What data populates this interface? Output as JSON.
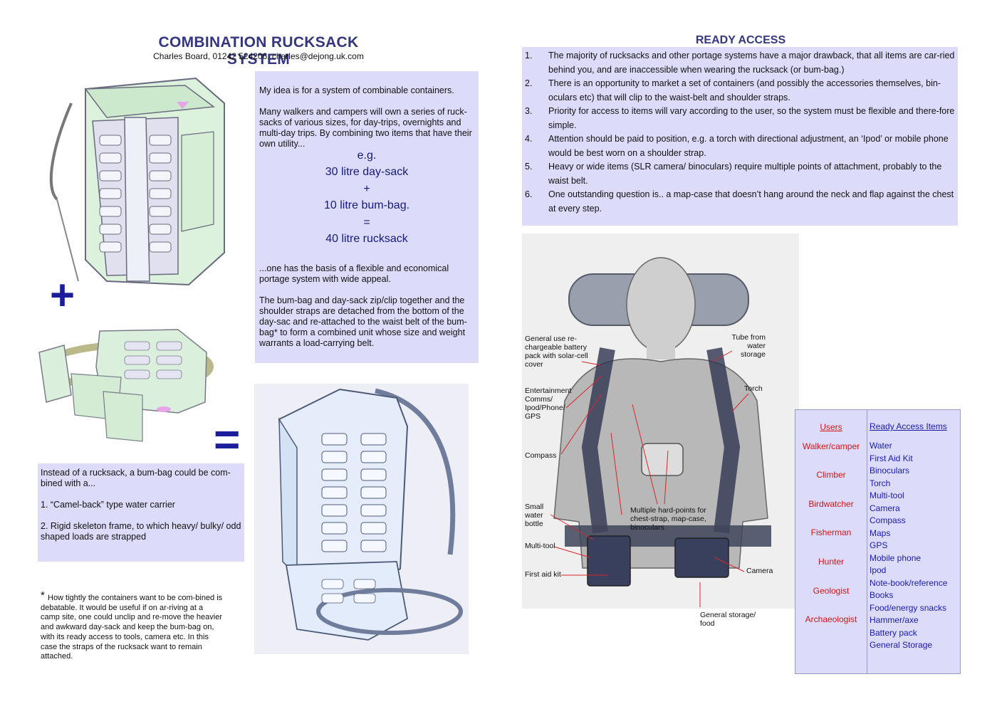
{
  "header": {
    "title": "COMBINATION RUCKSACK SYSTEM",
    "contact": "Charles Board, 01242 524206, charles@dejong.uk.com"
  },
  "idea_panel": {
    "intro": "My idea is for a system of combinable containers.",
    "para": "Many walkers and campers will own a series of ruck-sacks of various sizes, for day-trips, overnights and multi-day trips. By combining two  items that have their own utility...",
    "eg": "e.g.",
    "item1": "30 litre day-sack",
    "plus": "+",
    "item2": "10 litre bum-bag.",
    "equals": "=",
    "result": "40 litre rucksack",
    "basis": "...one has the basis of a flexible and economical portage system with wide appeal.",
    "detail": "The bum-bag and day-sack zip/clip together and the shoulder straps are detached from the bottom of the day-sac and re-attached to the waist belt of the bum-bag*  to form a combined unit whose size and weight warrants a load-carrying belt."
  },
  "symbols": {
    "plus": "+",
    "equals": "="
  },
  "alt_panel": {
    "intro": "Instead of a rucksack, a bum-bag could be com-bined with a...",
    "opt1": "1. “Camel-back” type water carrier",
    "opt2": "2. Rigid skeleton frame, to which heavy/ bulky/ odd shaped loads are strapped"
  },
  "footnote": {
    "star": "*",
    "text": "How tightly the containers want to be com-bined is debatable. It would be useful if on ar-riving at a camp site, one could unclip and re-move the heavier and awkward day-sack and keep the bum-bag on, with its ready access to tools, camera etc. In this case the straps of the rucksack want to remain attached."
  },
  "ready_access": {
    "heading": "READY ACCESS",
    "points": [
      {
        "num": "1.",
        "text": "The majority of rucksacks and other portage systems have a major drawback, that all items are car-ried behind you, and are inaccessible when wearing the rucksack (or bum-bag.)"
      },
      {
        "num": "2.",
        "text": "There is an opportunity to market a set of containers (and possibly the accessories themselves, bin-oculars etc) that will clip to the waist-belt and shoulder straps."
      },
      {
        "num": "3.",
        "text": "Priority for access to items will vary according to the user, so the system must be flexible and there-fore simple."
      },
      {
        "num": "4.",
        "text": "Attention should be paid to position, e.g. a torch with directional adjustment, an ‘Ipod’ or mobile phone would be best worn on a shoulder strap."
      },
      {
        "num": "5.",
        "text": "Heavy or wide items (SLR camera/ binoculars) require multiple points of attachment, probably to the waist belt."
      },
      {
        "num": "6.",
        "text": "One outstanding question is.. a map-case that doesn’t hang around the neck and flap against the chest at every step."
      }
    ]
  },
  "photo_labels": {
    "battery": "General use re-chargeable battery pack with solar-cell cover",
    "tube": "Tube from water storage",
    "entertainment": "Entertainment Comms/ Ipod/Phone/ GPS",
    "torch": "Torch",
    "compass": "Compass",
    "bottle": "Small water bottle",
    "hardpoints": "Multiple hard-points for chest-strap, map-case, binoculars",
    "multitool": "Multi-tool",
    "camera": "Camera",
    "firstaid": "First aid kit",
    "storage": "General storage/ food"
  },
  "users_table": {
    "users_header": "Users",
    "items_header": "Ready Access Items",
    "users": [
      "Walker/camper",
      "Climber",
      "Birdwatcher",
      "Fisherman",
      "Hunter",
      "Geologist",
      "Archaeologist"
    ],
    "items": [
      "Water",
      "First Aid Kit",
      "Binoculars",
      "Torch",
      "Multi-tool",
      "Camera",
      "Compass",
      "Maps",
      "GPS",
      "Mobile phone",
      "Ipod",
      "Note-book/reference",
      "Books",
      "Food/energy snacks",
      "Hammer/axe",
      "Battery pack",
      "General Storage"
    ]
  },
  "colors": {
    "title": "#34377e",
    "panel": "#dcdcfa",
    "users": "#d01418",
    "items": "#1a1aa8"
  }
}
